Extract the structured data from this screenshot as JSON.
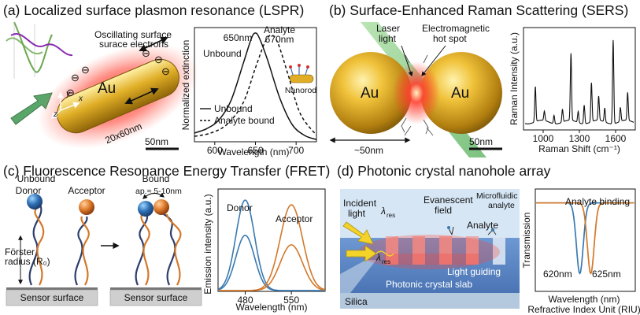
{
  "panels": {
    "a": {
      "title": "(a) Localized surface plasmon resonance (LSPR)",
      "labels": {
        "oscillating": "Oscillating surface",
        "electrons": "surace electrons",
        "metal": "Au",
        "dimension": "20x60nm",
        "scale": "50nm",
        "axis_x": "x",
        "axis_y": "y",
        "axis_z": "z",
        "electron_sign": "⊖"
      },
      "chart": {
        "ylabel": "Normalized extinction",
        "xlabel": "Wavelength (nm)",
        "ann_unbound_peak": "650nm",
        "ann_analyte": "Analyte",
        "ann_analyte_peak": "670nm",
        "ann_unbound": "Unbound",
        "nanorod": "Nanorod",
        "legend": [
          "Unbound",
          "Analyte bound"
        ],
        "xticks": [
          "600",
          "650",
          "700"
        ]
      }
    },
    "b": {
      "title": "(b) Surface-Enhanced Raman Scattering (SERS)",
      "labels": {
        "laser": "Laser",
        "light": "light",
        "em1": "Electromagnetic",
        "em2": "hot spot",
        "au_left": "Au",
        "au_right": "Au",
        "distance": "~50nm",
        "scale": "50nm"
      },
      "chart": {
        "ylabel": "Raman Intensity (a.u.)",
        "xlabel": "Raman Shift (cm⁻¹)",
        "xticks": [
          "1000",
          "1300",
          "1600"
        ]
      }
    },
    "c": {
      "title": "(c) Fluorescence Resonance Energy Transfer (FRET)",
      "labels": {
        "unbound": "Unbound",
        "bound": "Bound",
        "donor": "Donor",
        "acceptor": "Acceptor",
        "forster1": "Förster",
        "forster2": "radius (R₀)",
        "sensor_left": "Sensor surface",
        "sensor_right": "Sensor surface",
        "approx": "ap.≈ 5-10nm"
      },
      "chart": {
        "ylabel": "Emission intensity (a.u.)",
        "xlabel": "Wavelength (nm)",
        "donor": "Donor",
        "acceptor": "Acceptor",
        "xticks": [
          "480",
          "550"
        ]
      }
    },
    "d": {
      "title": "(d) Photonic crystal nanohole array",
      "labels": {
        "incident1": "Incident",
        "incident2": "light",
        "lambda_top": "λ",
        "lambda_bottom": "λ",
        "res": "res",
        "evanescent1": "Evanescent",
        "evanescent2": "field",
        "analyte": "Analyte",
        "microfluidic1": "Microfluidic",
        "microfluidic2": "analyte",
        "light_guiding": "Light guiding",
        "slab": "Photonic crystal slab",
        "silica": "Silica"
      },
      "chart": {
        "ylabel": "Transmission",
        "xlabel": "Wavelength (nm)",
        "xlabel2": "Refractive Index Unit (RIU)",
        "binding": "Analyte binding",
        "peak1": "620nm",
        "peak2": "625nm"
      }
    }
  },
  "colors": {
    "gold": "#d9a520",
    "glow": "#e8231e",
    "blue": "#3a7ab0",
    "orange": "#d3782a",
    "green": "#7fc97f",
    "slab": "#5b87c3"
  },
  "chart_data": [
    {
      "type": "line",
      "title": "",
      "xlabel": "Wavelength (nm)",
      "ylabel": "Normalized extinction",
      "xlim": [
        575,
        725
      ],
      "ylim": [
        0,
        1.05
      ],
      "series": [
        {
          "name": "Unbound",
          "style": "solid",
          "x": [
            575,
            590,
            605,
            620,
            635,
            645,
            650,
            655,
            665,
            680,
            695,
            710,
            725
          ],
          "y": [
            0.08,
            0.12,
            0.2,
            0.38,
            0.72,
            0.95,
            1.0,
            0.95,
            0.75,
            0.4,
            0.16,
            0.06,
            0.02
          ]
        },
        {
          "name": "Analyte bound",
          "style": "dashed",
          "x": [
            575,
            595,
            615,
            635,
            650,
            662,
            670,
            678,
            690,
            705,
            725
          ],
          "y": [
            0.05,
            0.08,
            0.16,
            0.36,
            0.68,
            0.92,
            0.98,
            0.9,
            0.62,
            0.26,
            0.06
          ]
        }
      ]
    },
    {
      "type": "line",
      "title": "",
      "xlabel": "Raman Shift (cm⁻¹)",
      "ylabel": "Raman Intensity (a.u.)",
      "xlim": [
        850,
        1750
      ],
      "ylim": [
        0,
        1.05
      ],
      "series": [
        {
          "peaks": [
            [
              935,
              0.38
            ],
            [
              1010,
              0.1
            ],
            [
              1090,
              0.09
            ],
            [
              1160,
              0.14
            ],
            [
              1230,
              0.72
            ],
            [
              1290,
              0.12
            ],
            [
              1340,
              0.2
            ],
            [
              1400,
              0.42
            ],
            [
              1460,
              0.26
            ],
            [
              1510,
              0.15
            ],
            [
              1580,
              0.9
            ],
            [
              1640,
              0.15
            ],
            [
              1700,
              0.3
            ]
          ]
        }
      ]
    },
    {
      "type": "line",
      "title": "",
      "xlabel": "Wavelength (nm)",
      "ylabel": "Emission intensity (a.u.)",
      "xlim": [
        440,
        600
      ],
      "ylim": [
        0,
        1.05
      ],
      "series": [
        {
          "name": "Donor",
          "peaks": [
            [
              480,
              0.95
            ],
            [
              480,
              0.58
            ]
          ]
        },
        {
          "name": "Acceptor",
          "peaks": [
            [
              550,
              0.9
            ],
            [
              550,
              0.48
            ]
          ]
        }
      ]
    },
    {
      "type": "line",
      "title": "",
      "xlabel": "Wavelength (nm)",
      "ylabel": "Transmission",
      "xlim": [
        600,
        645
      ],
      "ylim": [
        0,
        1.05
      ],
      "series": [
        {
          "name": "620nm",
          "dip": [
            620,
            0.18
          ]
        },
        {
          "name": "625nm",
          "dip": [
            625,
            0.18
          ]
        }
      ]
    }
  ]
}
